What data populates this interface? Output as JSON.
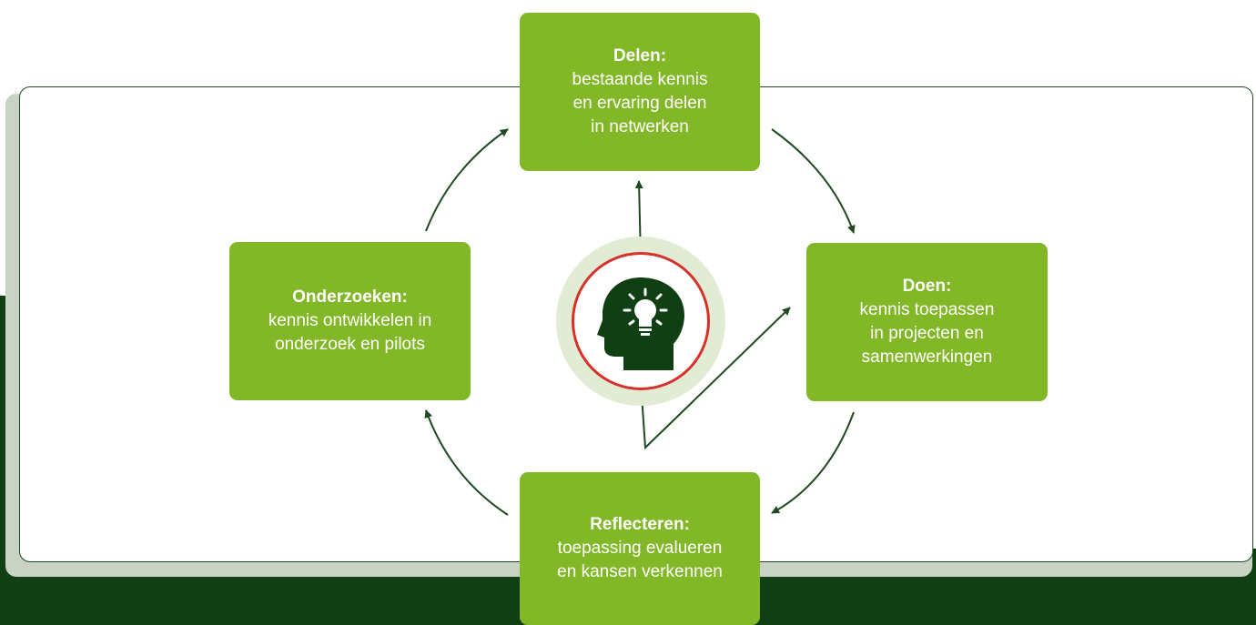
{
  "colors": {
    "box_green": "#82b827",
    "dark_green": "#0f3f12",
    "arrow_green": "#1f4a20",
    "hub_ring": "#e2ebd3",
    "hub_border": "#d6312b",
    "panel_shadow": "#c9d3c5"
  },
  "center_icon": "head-with-lightbulb-icon",
  "stages": {
    "delen": {
      "title": "Delen:",
      "lines": [
        "bestaande kennis",
        "en ervaring delen",
        "in netwerken"
      ]
    },
    "doen": {
      "title": "Doen:",
      "lines": [
        "kennis toepassen",
        "in projecten en",
        "samenwerkingen"
      ]
    },
    "reflecteren": {
      "title": "Reflecteren:",
      "lines": [
        "toepassing evalueren",
        "en kansen verkennen"
      ]
    },
    "onderzoeken": {
      "title": "Onderzoeken:",
      "lines": [
        "kennis ontwikkelen in",
        "onderzoek en pilots"
      ]
    }
  }
}
